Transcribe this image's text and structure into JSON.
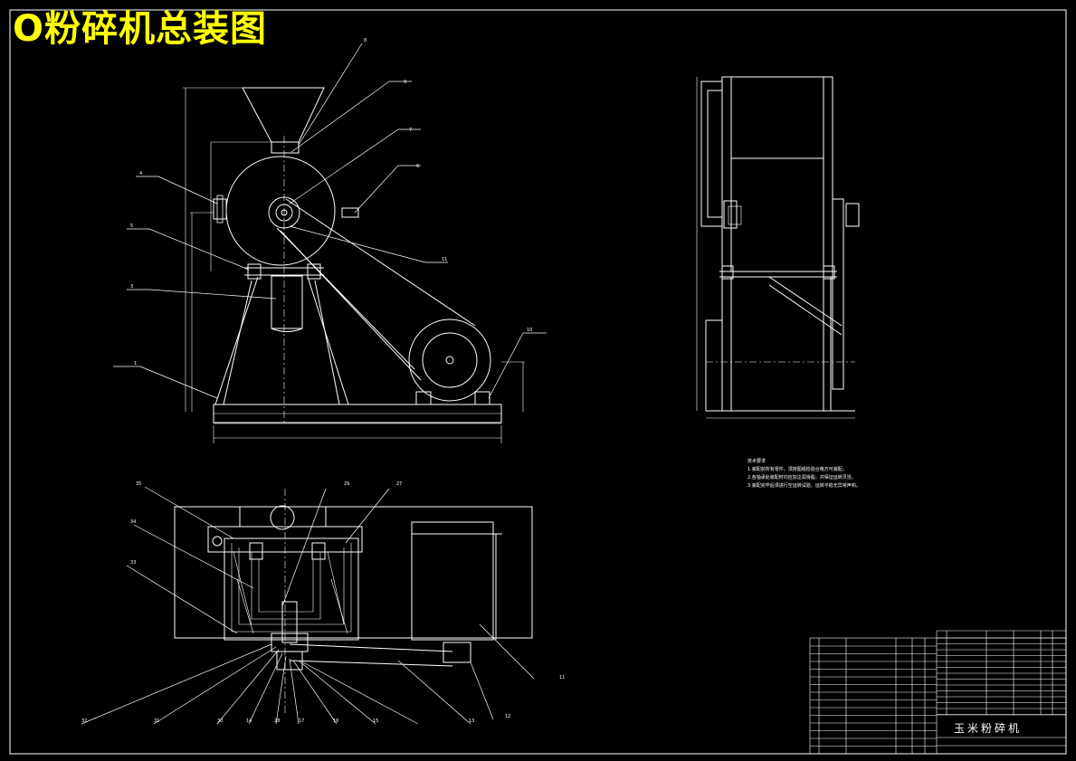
{
  "drawing": {
    "title": "O粉碎机总装图",
    "title_color": "#ffff00",
    "line_color": "#ffffff",
    "background": "#000000"
  },
  "front_view": {
    "balloons": [
      "8",
      "9",
      "7",
      "6",
      "4",
      "5",
      "3",
      "1",
      "11",
      "10"
    ]
  },
  "plan_view": {
    "balloons": [
      "35",
      "34",
      "33",
      "29",
      "27",
      "32",
      "31",
      "30",
      "14",
      "28",
      "17",
      "16",
      "15",
      "13",
      "12",
      "11"
    ]
  },
  "technical_requirements": {
    "heading": "技术要求",
    "items": [
      "1.装配前所有零件，须按图纸检验合格方可装配。",
      "2.各轴承处装配时均应加注润滑脂，并保证运转灵活。",
      "3.装配完毕后须进行空运转试验，运转平稳无异常声响。"
    ]
  },
  "title_block": {
    "machine_name": "玉米粉碎机"
  }
}
